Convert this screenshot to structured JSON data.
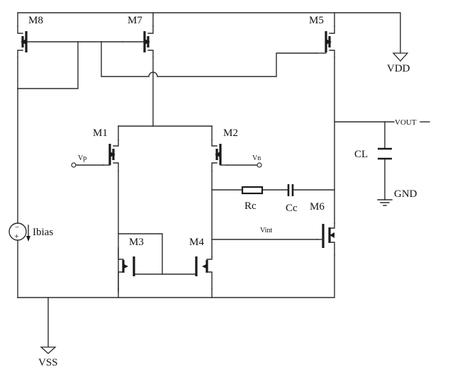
{
  "transistors": {
    "m1": "M1",
    "m2": "M2",
    "m3": "M3",
    "m4": "M4",
    "m5": "M5",
    "m6": "M6",
    "m7": "M7",
    "m8": "M8"
  },
  "ports": {
    "vdd": "VDD",
    "vss": "VSS",
    "gnd": "GND",
    "vout": "VOUT",
    "vp": "Vp",
    "vn": "Vn",
    "vint": "Vint"
  },
  "components": {
    "rc": "Rc",
    "cc": "Cc",
    "cl": "CL",
    "ibias": "Ibias",
    "minus": "−",
    "plus": "+"
  }
}
